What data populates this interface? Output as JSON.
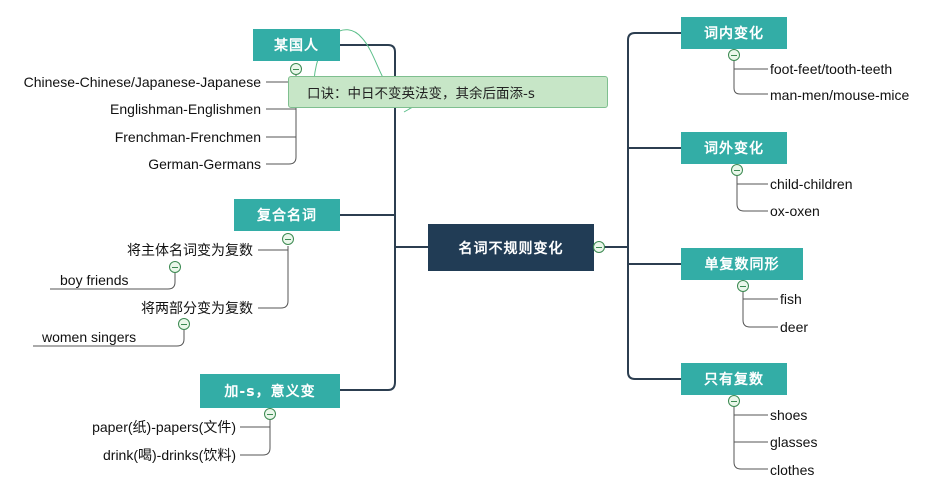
{
  "central": "名词不规则变化",
  "mnemonic": "口诀：中日不变英法变，其余后面添-s",
  "right": [
    {
      "title": "词内变化",
      "items": [
        "foot-feet/tooth-teeth",
        "man-men/mouse-mice"
      ]
    },
    {
      "title": "词外变化",
      "items": [
        "child-children",
        "ox-oxen"
      ]
    },
    {
      "title": "单复数同形",
      "items": [
        "fish",
        "deer"
      ]
    },
    {
      "title": "只有复数",
      "items": [
        "shoes",
        "glasses",
        "clothes"
      ]
    }
  ],
  "left": [
    {
      "title": "某国人",
      "items": [
        "Chinese-Chinese/Japanese-Japanese",
        "Englishman-Englishmen",
        "Frenchman-Frenchmen",
        "German-Germans"
      ]
    },
    {
      "title": "复合名词",
      "items": [
        {
          "label": "将主体名词变为复数",
          "example": "boy friends"
        },
        {
          "label": "将两部分变为复数",
          "example": "women singers"
        }
      ]
    },
    {
      "title": "加-s，意义变",
      "items": [
        "paper(纸)-papers(文件)",
        "drink(喝)-drinks(饮料)"
      ]
    }
  ],
  "colors": {
    "central": "#213c55",
    "branch": "#33ada6",
    "connector": "#2c3e50",
    "callout_bg": "#c7e6c7",
    "callout_border": "#7fbf8f",
    "leaf_line": "#555555",
    "collapse_icon": "#3c8a52"
  }
}
